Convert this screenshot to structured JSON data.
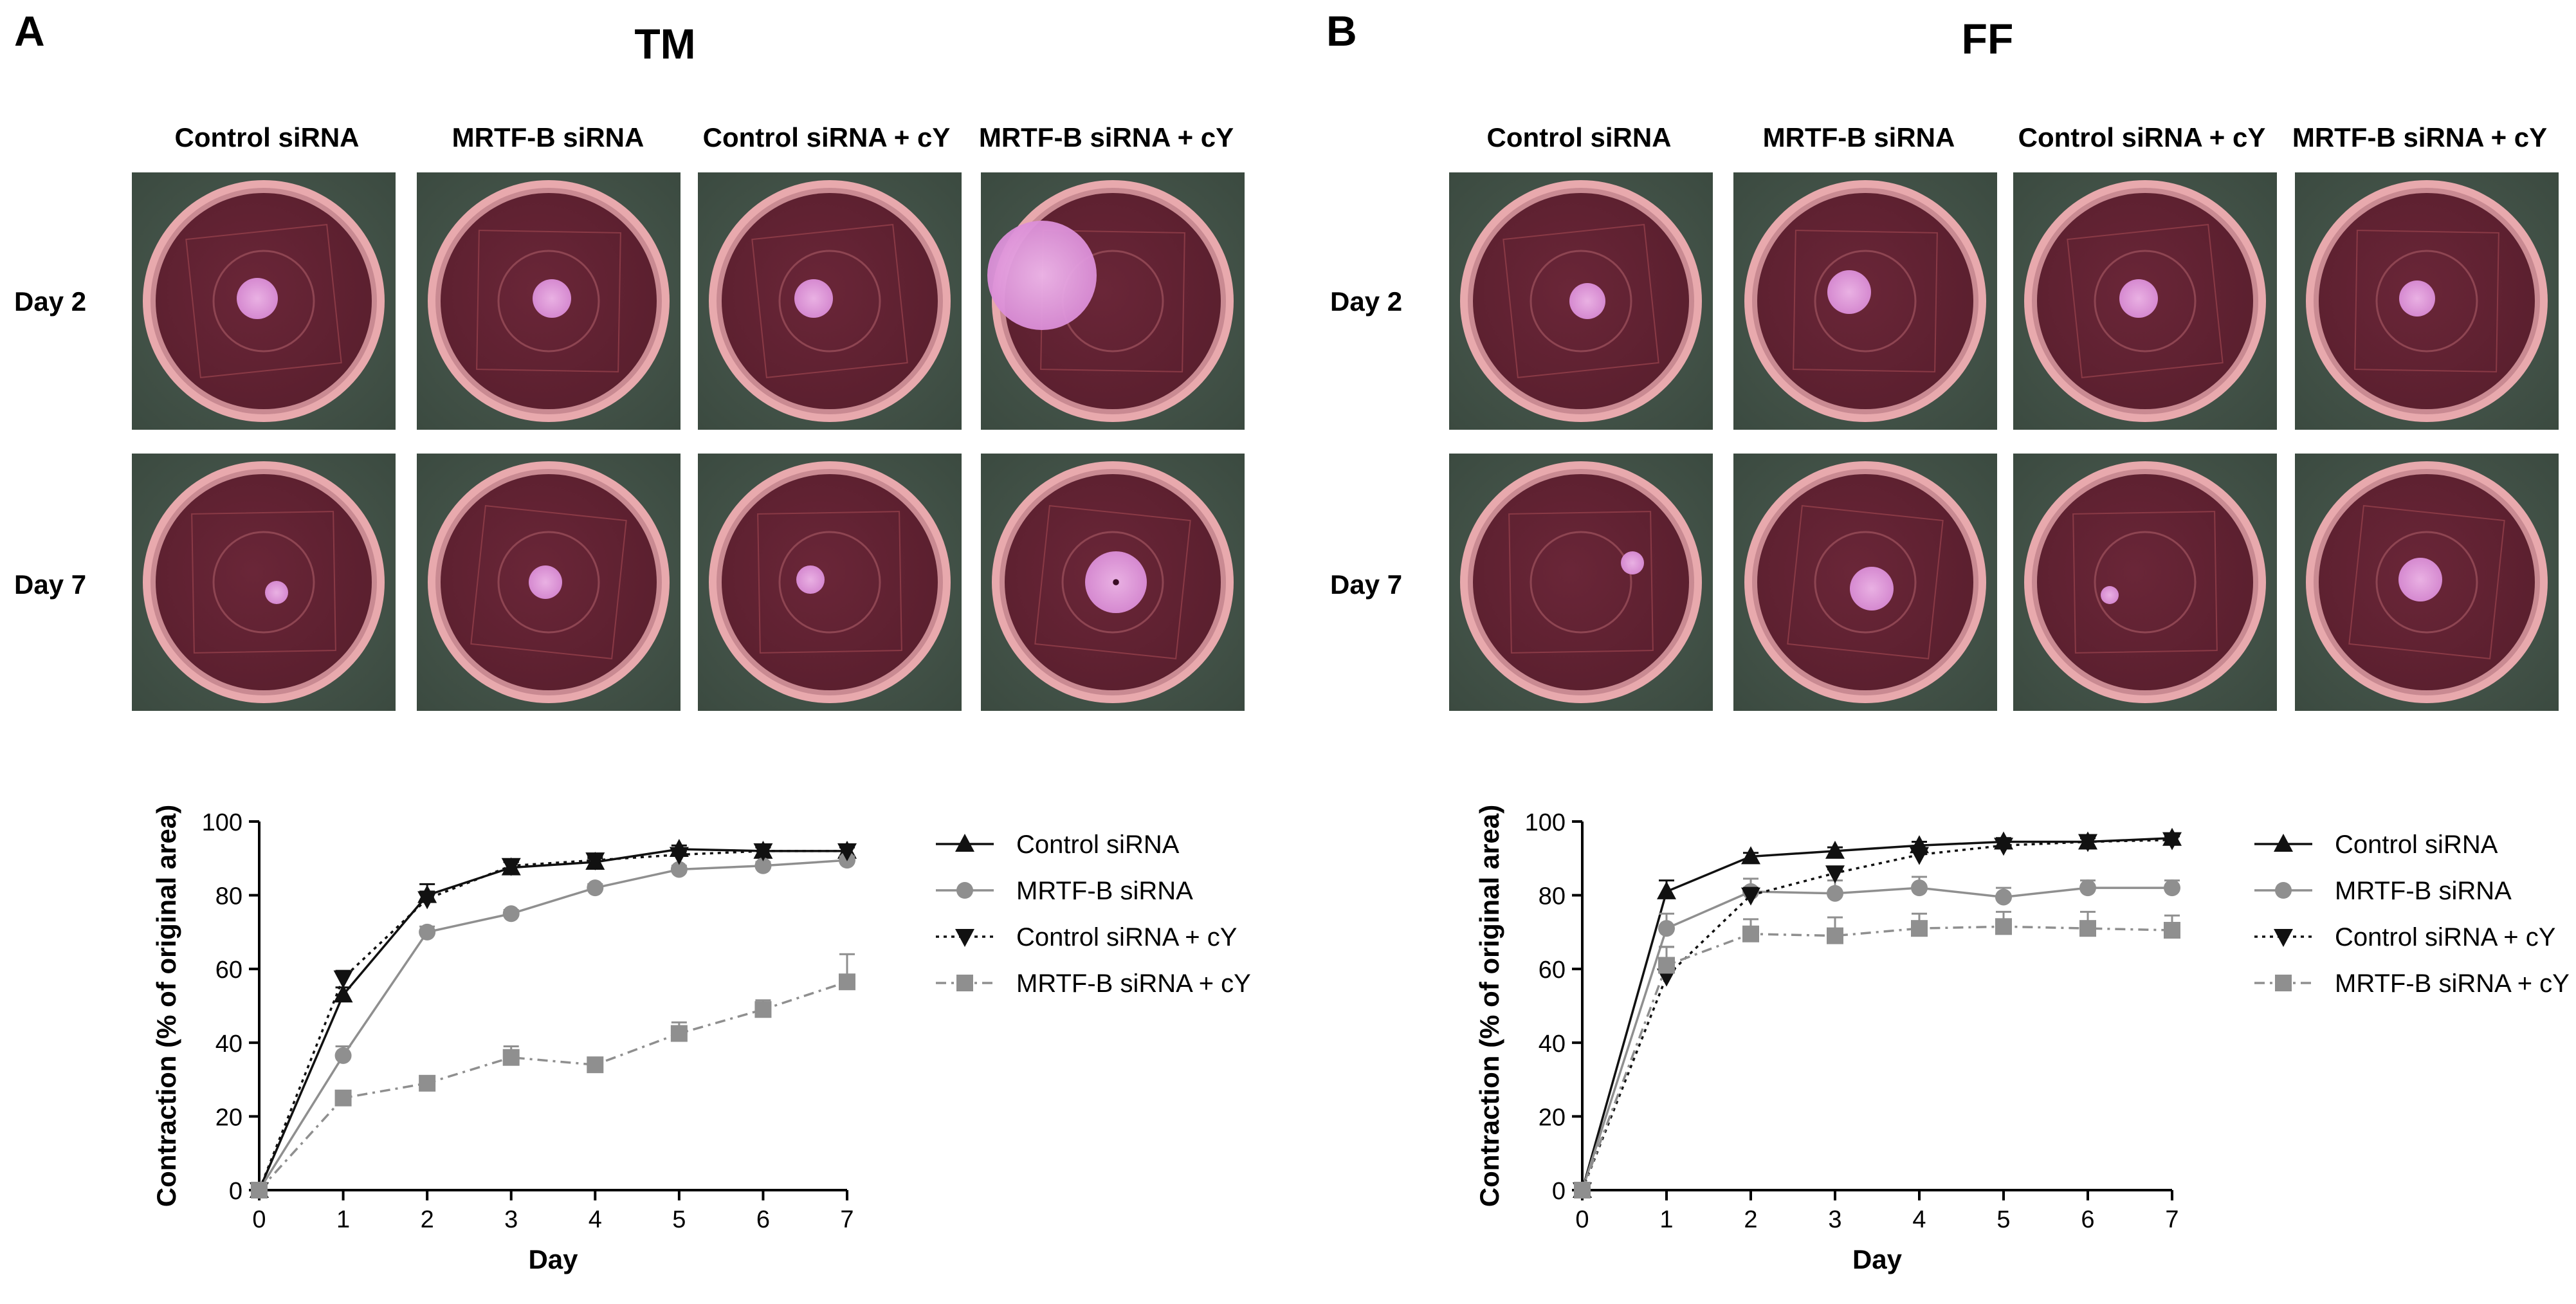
{
  "panels": [
    {
      "letter": "A",
      "title": "TM",
      "columns": [
        "Control siRNA",
        "MRTF-B siRNA",
        "Control siRNA + cY",
        "MRTF-B siRNA + cY"
      ],
      "rows": [
        "Day 2",
        "Day 7"
      ]
    },
    {
      "letter": "B",
      "title": "FF",
      "columns": [
        "Control siRNA",
        "MRTF-B siRNA",
        "Control siRNA + cY",
        "MRTF-B siRNA + cY"
      ],
      "rows": [
        "Day 2",
        "Day 7"
      ]
    }
  ],
  "colors": {
    "control_siRNA": "#111111",
    "mrtfb_siRNA": "#8f8f8f",
    "control_cy": "#111111",
    "mrtfb_cy": "#8f8f8f",
    "photo_background": "#3b4a40",
    "dish_rim": "#e8a9ad",
    "dish_medium": "#5a1f2e",
    "gel": "#d98ad6"
  },
  "chart_data": [
    {
      "type": "line",
      "panel": "A",
      "xlabel": "Day",
      "ylabel": "Contraction (% of original area)",
      "xlim": [
        0,
        7
      ],
      "ylim": [
        0,
        100
      ],
      "x_ticks": [
        "0",
        "1",
        "2",
        "3",
        "4",
        "5",
        "6",
        "7"
      ],
      "y_ticks": [
        "0",
        "20",
        "40",
        "60",
        "80",
        "100"
      ],
      "x": [
        0,
        1,
        2,
        3,
        4,
        5,
        6,
        7
      ],
      "legend_position": "right",
      "series": [
        {
          "name": "Control siRNA",
          "marker": "triangle-up",
          "line": "solid",
          "color": "#111111",
          "values": [
            0,
            53,
            80,
            87.5,
            89,
            92.5,
            92,
            92
          ],
          "errors": [
            0,
            2,
            3,
            1.5,
            1,
            1,
            1,
            1
          ]
        },
        {
          "name": "MRTF-B siRNA",
          "marker": "circle",
          "line": "solid",
          "color": "#8f8f8f",
          "values": [
            0,
            36.5,
            70,
            75,
            82,
            87,
            88,
            89.5
          ],
          "errors": [
            0,
            2.5,
            1.5,
            1,
            1,
            1,
            1,
            1
          ]
        },
        {
          "name": "Control siRNA + cY",
          "marker": "triangle-down",
          "line": "dotted",
          "color": "#111111",
          "values": [
            0,
            57.5,
            79,
            88,
            89.5,
            91,
            92,
            92
          ],
          "errors": [
            0,
            2,
            2,
            1,
            1,
            1,
            1,
            1
          ]
        },
        {
          "name": "MRTF-B siRNA + cY",
          "marker": "square",
          "line": "dashdot",
          "color": "#8f8f8f",
          "values": [
            0,
            25,
            29,
            36,
            34,
            42.5,
            49,
            56.5
          ],
          "errors": [
            0,
            1.5,
            1.5,
            3,
            1.5,
            3,
            2.5,
            7.5
          ]
        }
      ]
    },
    {
      "type": "line",
      "panel": "B",
      "xlabel": "Day",
      "ylabel": "Contraction (% of original area)",
      "xlim": [
        0,
        7
      ],
      "ylim": [
        0,
        100
      ],
      "x_ticks": [
        "0",
        "1",
        "2",
        "3",
        "4",
        "5",
        "6",
        "7"
      ],
      "y_ticks": [
        "0",
        "20",
        "40",
        "60",
        "80",
        "100"
      ],
      "x": [
        0,
        1,
        2,
        3,
        4,
        5,
        6,
        7
      ],
      "legend_position": "right",
      "series": [
        {
          "name": "Control siRNA",
          "marker": "triangle-up",
          "line": "solid",
          "color": "#111111",
          "values": [
            0,
            81,
            90.5,
            92,
            93.5,
            94.5,
            94.5,
            95.5
          ],
          "errors": [
            0,
            3,
            1,
            1,
            1,
            1,
            1,
            1
          ]
        },
        {
          "name": "MRTF-B siRNA",
          "marker": "circle",
          "line": "solid",
          "color": "#8f8f8f",
          "values": [
            0,
            71,
            81,
            80.5,
            82,
            79.5,
            82,
            82
          ],
          "errors": [
            0,
            4,
            3.5,
            3.5,
            3,
            2.5,
            2,
            2
          ]
        },
        {
          "name": "Control siRNA + cY",
          "marker": "triangle-down",
          "line": "dotted",
          "color": "#111111",
          "values": [
            0,
            58,
            80,
            86,
            91,
            93.5,
            94.5,
            95
          ],
          "errors": [
            0,
            8,
            2,
            1,
            1,
            1,
            1,
            1
          ]
        },
        {
          "name": "MRTF-B siRNA + cY",
          "marker": "square",
          "line": "dashdot",
          "color": "#8f8f8f",
          "values": [
            0,
            61,
            69.5,
            69,
            71,
            71.5,
            71,
            70.5
          ],
          "errors": [
            0,
            5,
            4,
            5,
            4,
            4,
            4.5,
            4
          ]
        }
      ]
    }
  ]
}
